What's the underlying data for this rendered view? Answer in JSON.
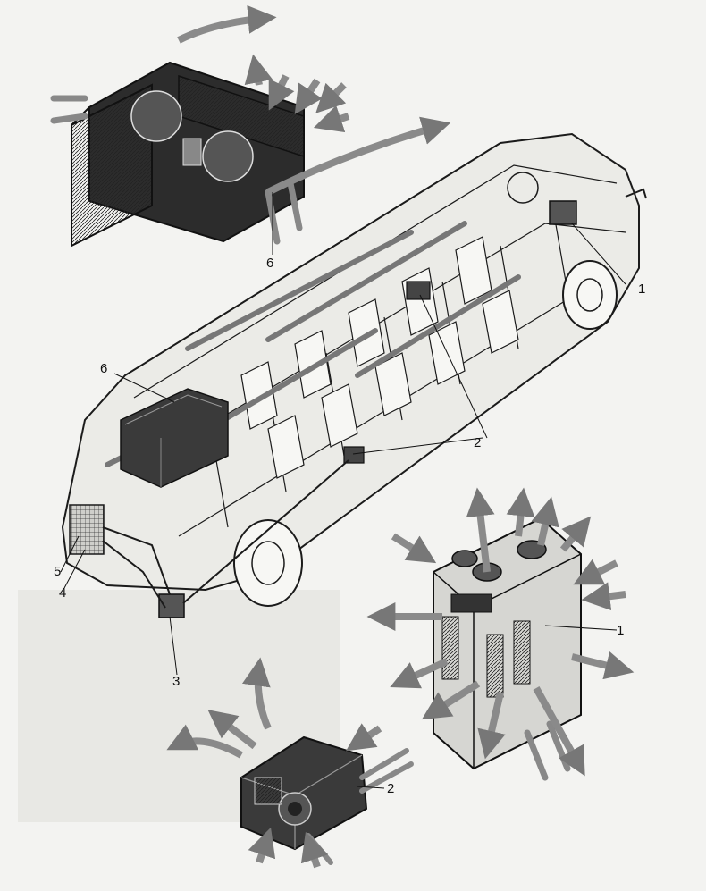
{
  "callouts": {
    "n1_bus": "1",
    "n1_heater": "1",
    "n2_bus": "2",
    "n2_blower": "2",
    "n3": "3",
    "n4": "4",
    "n5": "5",
    "n6_top": "6",
    "n6_bus": "6"
  },
  "colors": {
    "ink": "#1b1b1b",
    "arrow": "#7a7a7a",
    "paper": "#f3f3f1",
    "panel": "#e3e3df"
  }
}
